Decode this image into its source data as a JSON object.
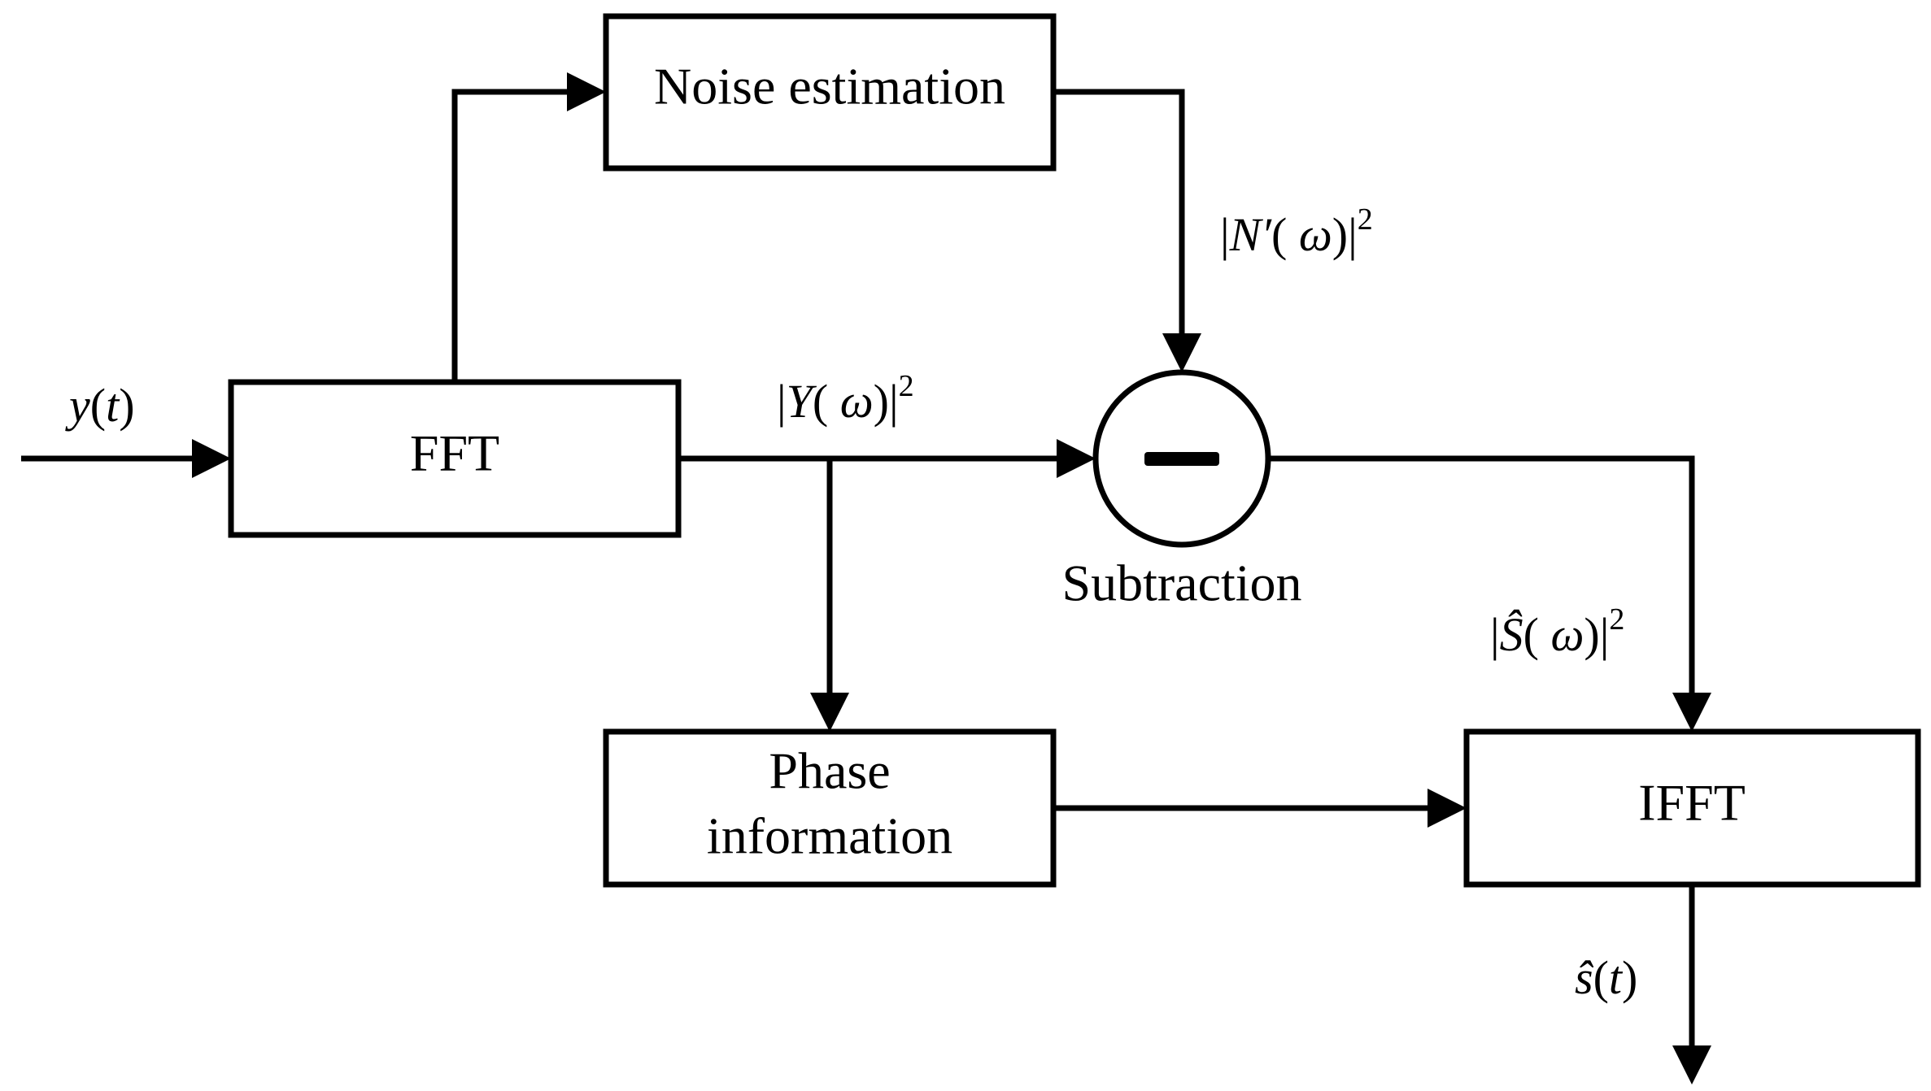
{
  "blocks": {
    "noise_estimation": "Noise estimation",
    "fft": "FFT",
    "phase_line1": "Phase",
    "phase_line2": "information",
    "ifft": "IFFT",
    "subtraction": "Subtraction"
  },
  "signals": {
    "input": {
      "name": "y",
      "paren_open": "(",
      "arg": "t",
      "paren_close": ")"
    },
    "noise_power": {
      "bar_open": "|",
      "name": "N′",
      "paren_open": "( ",
      "omega": "ω",
      "paren_close": ")",
      "bar_close": "|",
      "exponent": "2"
    },
    "noisy_power": {
      "bar_open": "|",
      "name": "Y",
      "paren_open": "( ",
      "omega": "ω",
      "paren_close": ")",
      "bar_close": "|",
      "exponent": "2"
    },
    "clean_power": {
      "bar_open": "|",
      "name": "Ŝ",
      "paren_open": "( ",
      "omega": "ω",
      "paren_close": ")",
      "bar_close": "|",
      "exponent": "2"
    },
    "output": {
      "name": "ŝ",
      "paren_open": "(",
      "arg": "t",
      "paren_close": ")"
    }
  },
  "colors": {
    "stroke": "#000000",
    "background": "#ffffff"
  }
}
